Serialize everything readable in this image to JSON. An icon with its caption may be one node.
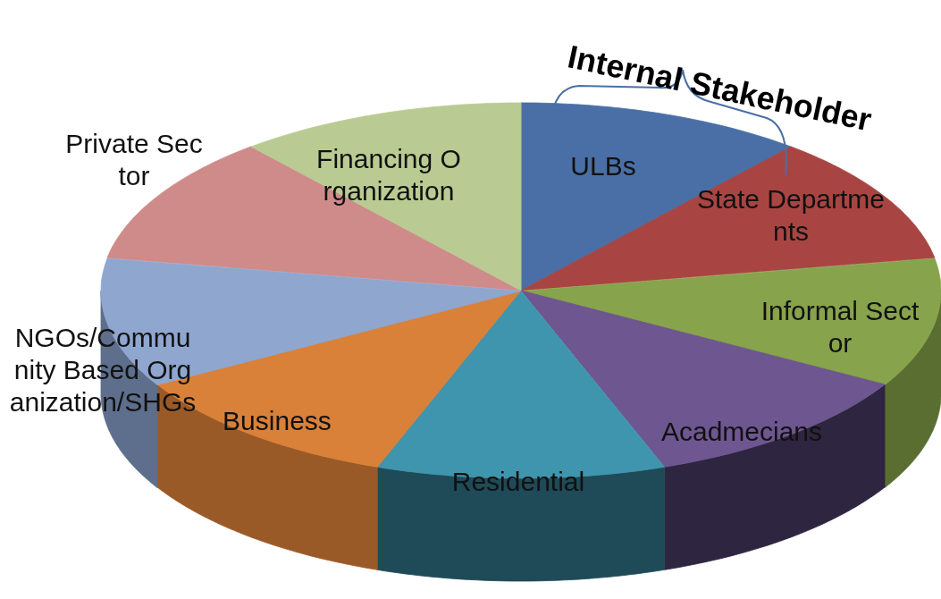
{
  "diagram": {
    "nodes": [
      {
        "text": [
          "ULBs"
        ]
      },
      {
        "text": [
          "State Departments"
        ]
      },
      {
        "text": [
          "Informal Sector"
        ]
      },
      {
        "text": [
          "Acadmecians"
        ]
      },
      {
        "text": [
          "Residential"
        ]
      },
      {
        "text": [
          "Business"
        ]
      },
      {
        "text": [
          "NGOs/Community Based Organization/SHGs"
        ]
      },
      {
        "text": [
          "Private Sector"
        ]
      },
      {
        "text": [
          "Financing Organization"
        ]
      }
    ],
    "labels": [
      "Internal Stakeholder"
    ]
  }
}
